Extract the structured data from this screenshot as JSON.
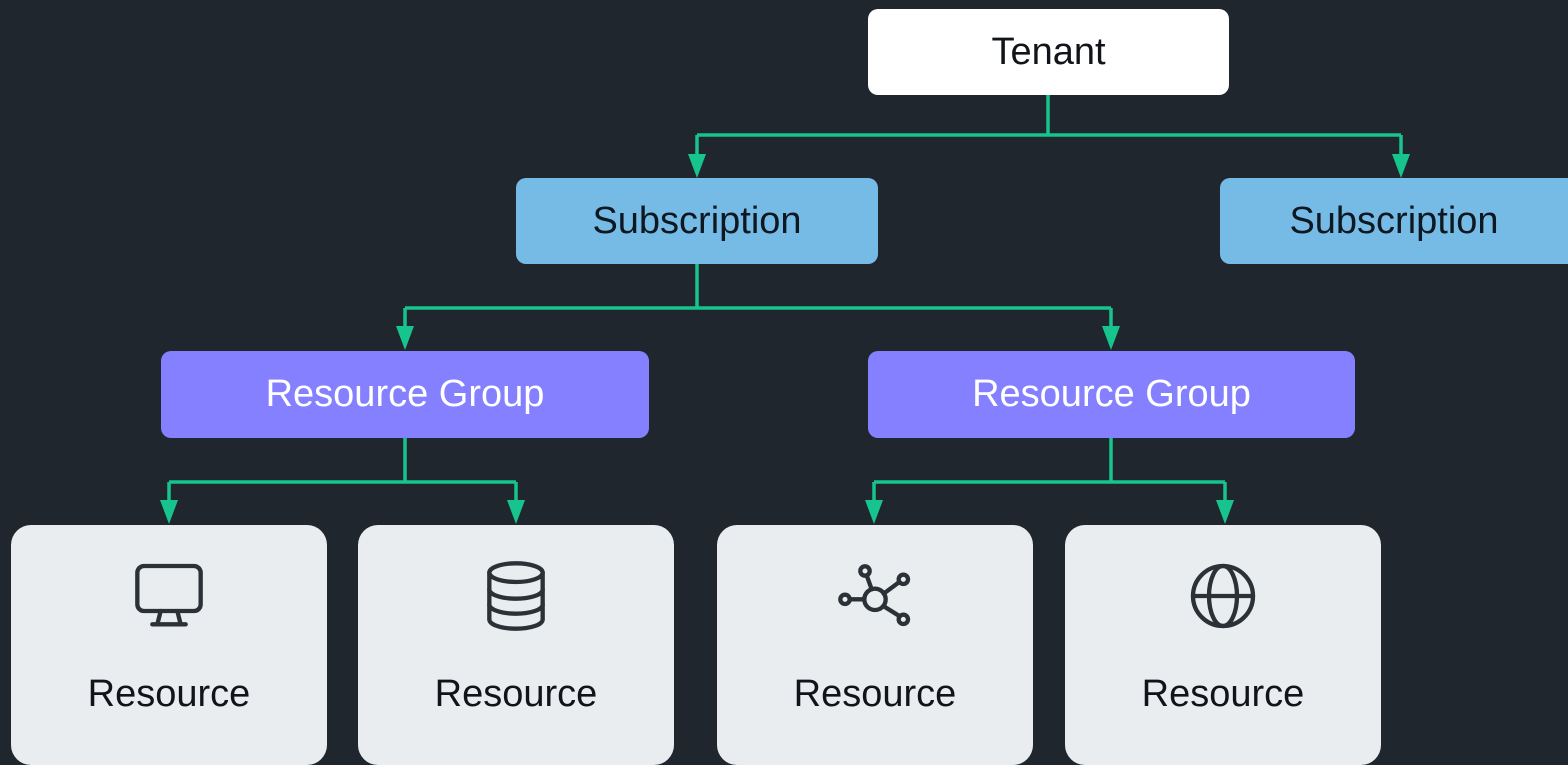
{
  "tenant": {
    "label": "Tenant"
  },
  "subscriptions": [
    {
      "label": "Subscription"
    },
    {
      "label": "Subscription"
    }
  ],
  "resource_groups": [
    {
      "label": "Resource Group"
    },
    {
      "label": "Resource Group"
    }
  ],
  "resources": [
    {
      "label": "Resource",
      "icon": "monitor-icon"
    },
    {
      "label": "Resource",
      "icon": "database-icon"
    },
    {
      "label": "Resource",
      "icon": "network-icon"
    },
    {
      "label": "Resource",
      "icon": "globe-icon"
    }
  ],
  "colors": {
    "background": "#1f262e",
    "connector": "#17c48e",
    "tenant": "#ffffff",
    "subscription": "#76bbe6",
    "resource_group": "#8580ff",
    "resource": "#e9edf0"
  }
}
